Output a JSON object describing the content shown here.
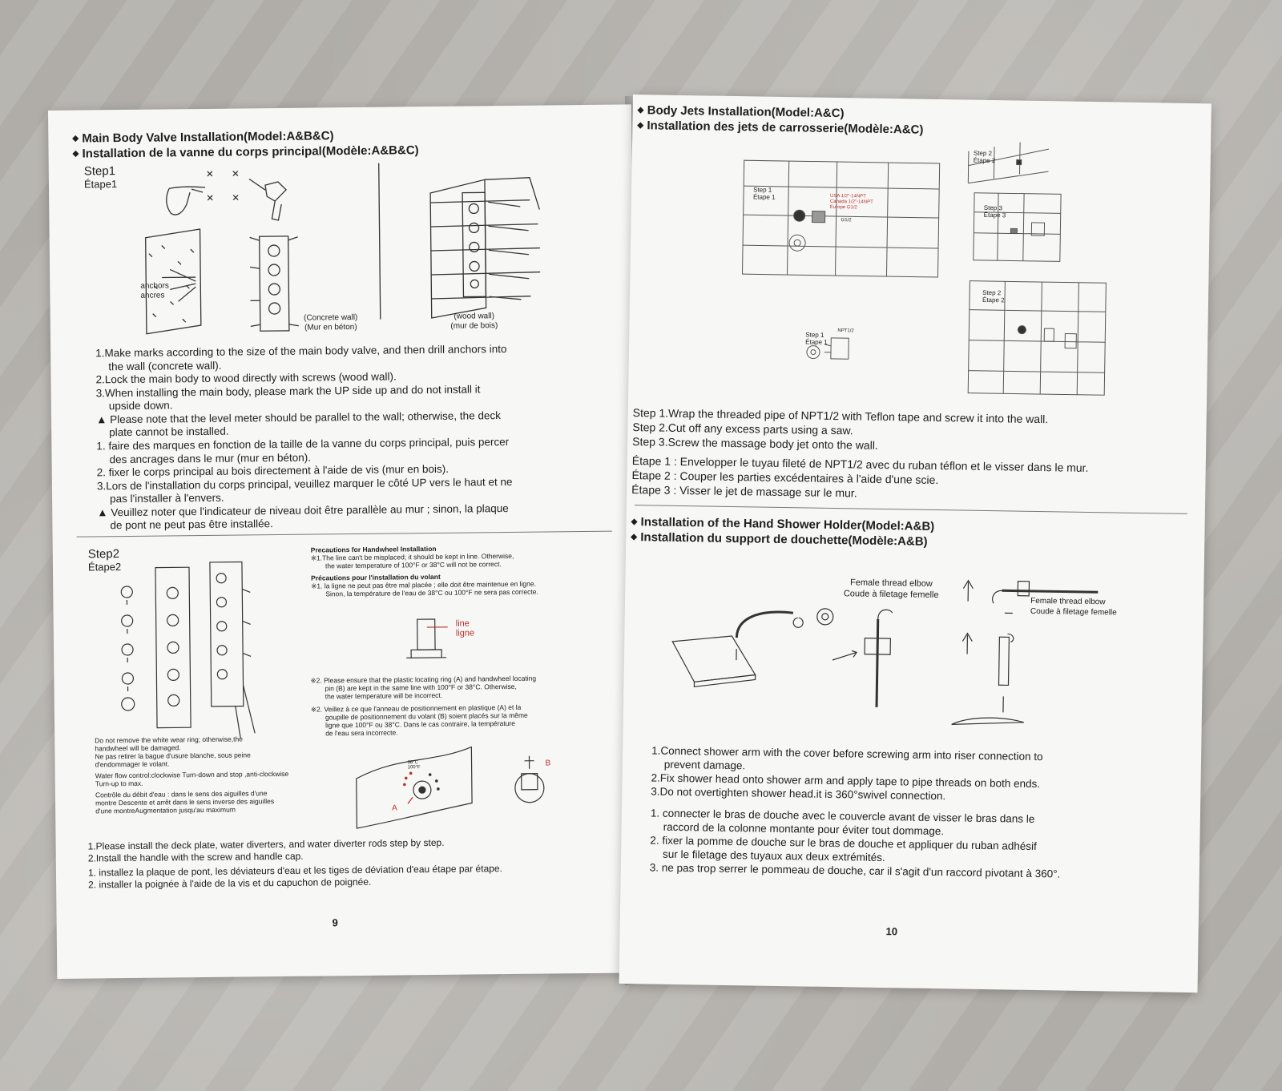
{
  "left": {
    "heading_en": "Main Body Valve Installation(Model:A&B&C)",
    "heading_fr": "Installation de la vanne du corps principal(Modèle:A&B&C)",
    "step1": {
      "label_en": "Step1",
      "label_fr": "Étape1"
    },
    "anchors_en": "anchors",
    "anchors_fr": "ancres",
    "concrete_en": "(Concrete wall)",
    "concrete_fr": "(Mur en béton)",
    "wood_en": "(wood wall)",
    "wood_fr": "(mur de bois)",
    "instr_en": [
      "1.Make marks according to the size of the main body valve, and then drill anchors into",
      "the wall (concrete wall).",
      "2.Lock the main body to wood directly with screws (wood wall).",
      "3.When installing the main body, please mark the UP side up and do not install it",
      "upside down.",
      "▲ Please note that the level meter should be parallel to the wall; otherwise, the deck",
      "plate cannot be installed."
    ],
    "instr_fr": [
      "1. faire des marques en fonction de la taille de la vanne du corps principal, puis percer",
      "des ancrages dans le mur (mur en béton).",
      "2. fixer le corps principal au bois directement à l'aide de vis (mur en bois).",
      "3.Lors de l'installation du corps principal, veuillez marquer le côté UP vers le haut et ne",
      "pas l'installer à l'envers.",
      "▲ Veuillez noter que l'indicateur de niveau doit être parallèle au mur ; sinon, la plaque",
      "de pont ne peut pas être installée."
    ],
    "step2": {
      "label_en": "Step2",
      "label_fr": "Étape2"
    },
    "prec_en_title": "Precautions for Handwheel Installation",
    "prec_en_1a": "※1.The line can't be misplaced; it should be kept in line. Otherwise,",
    "prec_en_1b": "the water temperature of 100°F or 38°C will not be correct.",
    "prec_fr_title": "Précautions pour l'installation du volant",
    "prec_fr_1a": "※1. la ligne ne peut pas être mal placée ; elle doit être maintenue en ligne.",
    "prec_fr_1b": "Sinon, la température de l'eau de 38°C ou 100°F ne sera pas correcte.",
    "line_en": "line",
    "line_fr": "ligne",
    "note2_en": [
      "※2. Please ensure that the plastic locating ring (A) and handwheel locating",
      "pin (B) are kept in the same line with 100°F or 38°C. Otherwise,",
      "the water temperature will be incorrect."
    ],
    "note2_fr": [
      "※2. Veillez à ce que l'anneau de positionnement en plastique (A) et la",
      "goupille de positionnement du volant (B) soient placés sur la même",
      "ligne que 100°F ou 38°C. Dans le cas contraire, la température",
      "de l'eau sera incorrecte."
    ],
    "warn": [
      "Do not remove the white wear ring; otherwise,the",
      "handwheel will be damaged.",
      "Ne pas retirer la bague d'usure blanche, sous peine",
      "d'endommager le volant.",
      "Water flow control:clockwise Turn-down and stop ,anti-clockwise",
      "Turn-up to max.",
      "Contrôle du débit d'eau : dans le sens des aiguilles d'une",
      "montre Descente et arrêt dans le sens inverse des aiguilles",
      "d'une montreAugmentation jusqu'au maximum"
    ],
    "dial_temp": "38°C\n100°F",
    "mark_a": "A",
    "mark_b": "B",
    "final": [
      "1.Please install the deck plate, water diverters, and water diverter rods step by step.",
      "2.Install the handle with the screw and handle cap.",
      "1. installez la plaque de pont, les déviateurs d'eau et les tiges de déviation d'eau étape par étape.",
      "2. installer la poignée à l'aide de la vis et du capuchon de poignée."
    ],
    "page_number": "9"
  },
  "right": {
    "heading_en": "Body Jets Installation(Model:A&C)",
    "heading_fr": "Installation des jets de carrosserie(Modèle:A&C)",
    "d_step1": "Step 1\nÉtape 1",
    "d_step2": "Step 2\nÉtape 2",
    "d_step3": "Step 3\nÉtape 3",
    "thread_usa": "USA 1/2\"-14NPT",
    "thread_can": "Canada 1/2\"-14NPT",
    "thread_eu": "Europe G1/2",
    "thread_g": "G1/2",
    "npt": "NPT1/2",
    "steps_en": [
      "Step 1.Wrap the threaded pipe of NPT1/2 with Teflon tape and screw it into the wall.",
      "Step 2.Cut off any excess parts using a saw.",
      "Step 3.Screw the massage body jet onto the wall."
    ],
    "steps_fr": [
      "Étape 1 : Envelopper le tuyau fileté de NPT1/2 avec du ruban téflon et le visser dans le mur.",
      "Étape 2 : Couper les parties excédentaires à l'aide d'une scie.",
      "Étape 3 : Visser le jet de massage sur le mur."
    ],
    "heading2_en": "Installation of the Hand Shower Holder(Model:A&B)",
    "heading2_fr": "Installation du support de douchette(Modèle:A&B)",
    "elbow_en": "Female thread elbow",
    "elbow_fr": "Coude à filetage femelle",
    "instr_en": [
      "1.Connect shower arm with the cover before screwing arm into riser connection to",
      "prevent damage.",
      "2.Fix shower head onto shower arm and apply tape to pipe threads on both ends.",
      "3.Do not overtighten shower head.it is 360°swivel connection."
    ],
    "instr_fr": [
      "1. connecter le bras de douche avec le couvercle avant de visser le bras dans le",
      "raccord de la colonne montante   pour éviter tout dommage.",
      "2. fixer la pomme de douche sur le bras de douche et appliquer du ruban adhésif",
      "sur le filetage des tuyaux aux deux extrémités.",
      "3. ne pas trop serrer le pommeau de douche, car il s'agit d'un raccord pivotant à 360°."
    ],
    "page_number": "10"
  },
  "colors": {
    "paper": "#f7f7f5",
    "ink": "#1e1e1e",
    "accent_red": "#b3322f",
    "fabric": "#b6b3ae"
  }
}
